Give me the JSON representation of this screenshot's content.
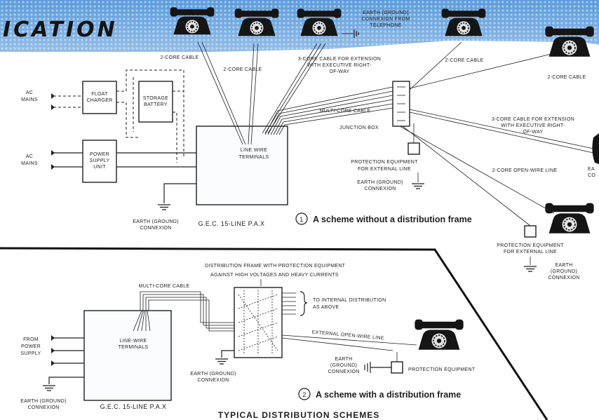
{
  "header": {
    "title": "ICATION"
  },
  "top_scheme": {
    "labels": {
      "ac_mains_1": [
        "AC",
        "MAINS"
      ],
      "ac_mains_2": [
        "AC",
        "MAINS"
      ],
      "float_charger": [
        "FLOAT",
        "CHARGER"
      ],
      "storage_battery": [
        "STORAGE",
        "BATTERY"
      ],
      "power_supply_unit": [
        "POWER",
        "SUPPLY",
        "UNIT"
      ],
      "cable_2core_a": "2-CORE CABLE",
      "cable_2core_b": "2-CORE CABLE",
      "cable_3core_exec": [
        "3-CORE CABLE FOR EXTENSION",
        "WITH EXECUTIVE RIGHT-",
        "OF-WAY"
      ],
      "earth_from_telephone": [
        "EARTH (GROUND)",
        "CONNEXION FROM",
        "TELEPHONE"
      ],
      "cable_2core_c": "2-CORE CABLE",
      "cable_2core_d": "2-CORE CABLE",
      "cable_3core_exec_right": [
        "3-CORE CABLE FOR EXTENSION",
        "WITH EXECUTIVE RIGHT-",
        "OF-WAY"
      ],
      "multi_core_cable": "MULTI-CORE CABLE",
      "junction_box": "JUNCTION BOX",
      "line_wire_terminals": [
        "LINE WIRE",
        "TERMINALS"
      ],
      "protection_equipment": [
        "PROTECTION EQUIPMENT",
        "FOR EXTERNAL LINE"
      ],
      "earth_connexion_mid": [
        "EARTH (GROUND)",
        "CONNEXION"
      ],
      "open_wire_line": "2-CORE OPEN-WIRE LINE",
      "earth_connexion_left": [
        "EARTH (GROUND)",
        "CONNEXION"
      ],
      "pax": "G.E.C. 15-LINE P.A.X",
      "protection_equipment_right": [
        "PROTECTION EQUIPMENT",
        "FOR EXTERNAL LINE"
      ],
      "earth_connexion_right": [
        "EARTH",
        "(GROUND)",
        "CONNEXION"
      ],
      "edge_right": [
        "EA",
        "CO"
      ]
    },
    "caption_number": "1",
    "caption": "A scheme without a distribution frame"
  },
  "bottom_scheme": {
    "labels": {
      "dist_frame": [
        "DISTRIBUTION FRAME WITH PROTECTION EQUIPMENT",
        "AGAINST HIGH VOLTAGES AND HEAVY CURRENTS"
      ],
      "multi_core_cable": "MULTI-CORE CABLE",
      "to_internal": [
        "TO INTERNAL DISTRIBUTION",
        "AS ABOVE"
      ],
      "line_wire_terminals": [
        "LINE-WIRE",
        "TERMINALS"
      ],
      "from_power_supply": [
        "FROM",
        "POWER",
        "SUPPLY"
      ],
      "external_open_wire": "EXTERNAL OPEN-WIRE LINE",
      "earth_connexion_mid": [
        "EARTH (GROUND)",
        "CONNEXION"
      ],
      "earth_connexion_right": [
        "EARTH",
        "(GROUND)",
        "CONNEXION"
      ],
      "protection_equipment": "PROTECTION EQUIPMENT",
      "earth_connexion_left": [
        "EARTH (GROUND)",
        "CONNEXION"
      ],
      "pax": "G.E.C. 15-LINE P.A.X"
    },
    "caption_number": "2",
    "caption": "A scheme with a distribution frame"
  },
  "footer": {
    "title": "TYPICAL DISTRIBUTION SCHEMES"
  },
  "colors": {
    "banner": "#4f8fd2",
    "banner_light": "#8ec0ef",
    "ink": "#1f1f1f",
    "paper": "#ffffff"
  }
}
